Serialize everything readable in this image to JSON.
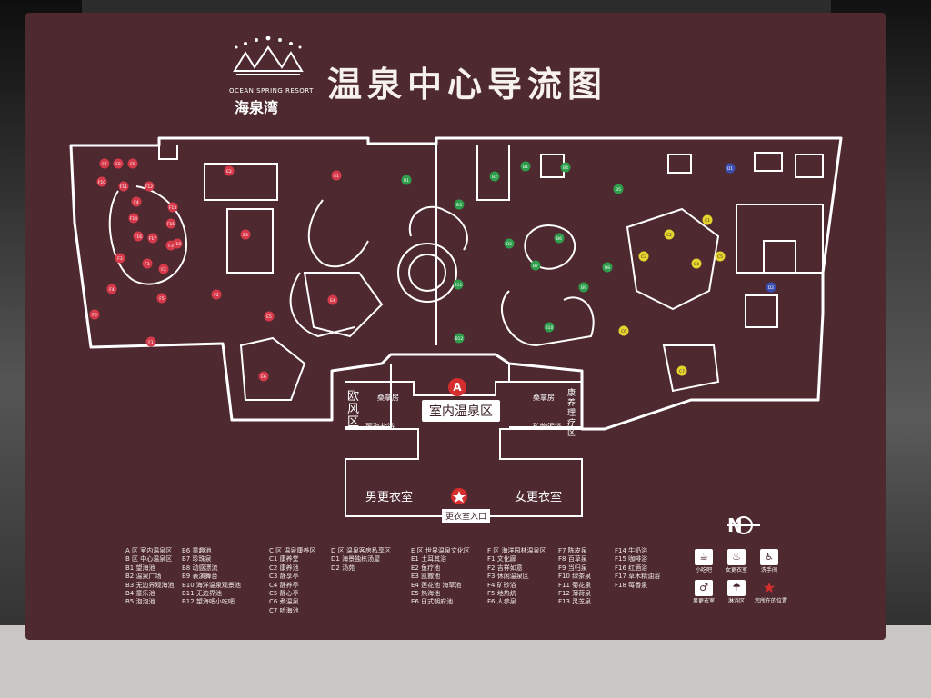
{
  "title": "温泉中心导流图",
  "logo": {
    "name_en": "OCEAN SPRING RESORT",
    "name_cn": "海泉湾"
  },
  "areas": {
    "zone_a_badge": "A",
    "indoor": "室内温泉区",
    "west": "欧风区",
    "east": "康养理疗区",
    "mens_locker": "男更衣室",
    "womens_locker": "女更衣室",
    "entrance": "更衣室入口",
    "sauna_left": "桑拿房",
    "sauna_right": "桑拿房",
    "dead_sea": "死海盐浴",
    "mud_bath": "矿物泥浴"
  },
  "compass": "N",
  "legend": {
    "col1": [
      "A 区  室内温泉区",
      "B 区  中心温泉区",
      "B1  望海池",
      "B2  温泉广场",
      "B3  无边界观海池",
      "B4  童乐池",
      "B5  泡泡池"
    ],
    "col2": [
      "B6  童趣池",
      "B7  珍珠泉",
      "B8  动感漂流",
      "B9  表演舞台",
      "B10  海洋温泉观景池",
      "B11  无边界池",
      "B12  望海吧小吃吧"
    ],
    "col3": [
      "C 区  温泉康养区",
      "C1  康养堂",
      "C2  康养池",
      "C3  静享亭",
      "C4  静养亭",
      "C5  静心亭",
      "C6  煮温泉",
      "C7  听海池"
    ],
    "col4": [
      "D 区  温泉客房私享区",
      "D1  海景独栋汤屋",
      "D2  汤苑"
    ],
    "col5": [
      "E 区  世界温泉文化区",
      "E1  土耳其浴",
      "E2  鱼疗池",
      "E3  凯撒池",
      "E4  莲花池  海草池",
      "E5  热海池",
      "E6  日式朝府池"
    ],
    "col6": [
      "F 区  海洋园林温泉区",
      "F1  文化廊",
      "F2  吉祥如意",
      "F3  休闲温泉区",
      "F4  矿砂浴",
      "F5  地热炕",
      "F6  人参泉"
    ],
    "col7": [
      "F7  陈皮泉",
      "F8  百草泉",
      "F9  当归泉",
      "F10  绿茶泉",
      "F11  菊花泉",
      "F12  薄荷泉",
      "F13  灵芝泉"
    ],
    "col8": [
      "F14  牛奶浴",
      "F15  咖啡浴",
      "F16  红酒浴",
      "F17  草木精油浴",
      "F18  莓香泉"
    ]
  },
  "icon_legend": [
    {
      "icon": "rest-area-icon",
      "glyph": "☕",
      "label": "小吃吧"
    },
    {
      "icon": "locker-icon",
      "glyph": "♨",
      "label": "女更衣室"
    },
    {
      "icon": "toilet-icon",
      "glyph": "♿",
      "label": "洗手间"
    },
    {
      "icon": "mens-locker-icon",
      "glyph": "♂",
      "label": "男更衣室"
    },
    {
      "icon": "shower-icon",
      "glyph": "☂",
      "label": "淋浴区"
    },
    {
      "icon": "you-are-here-icon",
      "glyph": "★",
      "label": "您所在的位置"
    }
  ],
  "colors": {
    "board": "#4e2a30",
    "zone_e": "#d63a4a",
    "zone_b": "#2f9e4c",
    "zone_c": "#e3d42e",
    "zone_d": "#3a4fb0",
    "marker": "#d62e2e"
  },
  "markers": {
    "f_pink": [
      "F7",
      "F8",
      "F9",
      "F10",
      "F11",
      "F12",
      "F13",
      "F14",
      "F15",
      "F16",
      "F17",
      "F18",
      "F1",
      "F2",
      "F3",
      "F4",
      "F5",
      "F6",
      "F1",
      "F2",
      "F3",
      "F4"
    ],
    "e_red": [
      "E1",
      "E2",
      "E3",
      "E4",
      "E5",
      "E6"
    ],
    "b_green": [
      "B1",
      "B2",
      "B3",
      "B4",
      "B5",
      "B6",
      "B7",
      "B8",
      "B9",
      "B10",
      "B11",
      "B12",
      "B1",
      "B2"
    ],
    "c_yellow": [
      "C1",
      "C2",
      "C3",
      "C4",
      "C5",
      "C6",
      "C7"
    ],
    "d_blue": [
      "D1",
      "D2"
    ]
  }
}
